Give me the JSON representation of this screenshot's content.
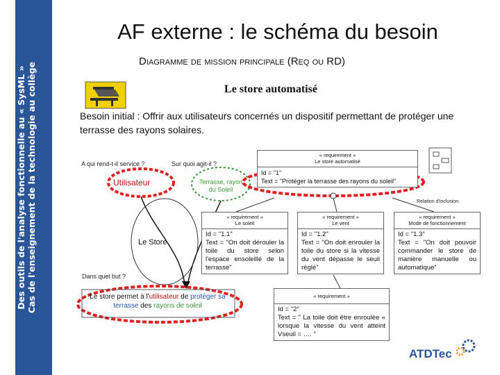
{
  "sidebar": {
    "line1": "Des outils de l'analyse fonctionnelle au « SysML »",
    "line2": "Cas de l'enseignement de la technologie au collège"
  },
  "header": {
    "title": "AF externe : le schéma du besoin",
    "subtitle": "Diagramme de mission principale (Req ou RD)",
    "store_title": "Le store automatisé",
    "need": "Besoin initial : Offrir aux utilisateurs concernés un dispositif permettant de protéger une terrasse des rayons solaires."
  },
  "bete_a_cornes": {
    "q_who": "A qui rend-t-il service ?",
    "q_what": "Sur quoi agit-il ?",
    "q_why": "Dans quel but ?",
    "user": "Utilisateur",
    "target": "Terrasse, rayon du Soleil",
    "product": "Le Store",
    "goal_pre": "Le store permet à l'",
    "goal_user": "utilisateur",
    "goal_mid": " de ",
    "goal_protect": "protéger sa terrasse",
    "goal_des": " des ",
    "goal_rays": "rayons de soleil"
  },
  "requirements": {
    "main": {
      "stereotype": "« requirement »",
      "name": "Le store automatisé",
      "id": "Id = \"1\"",
      "text": "Text = \"Protéger la terrasse des rayons du soleil\""
    },
    "inclusion_label": "Relation d'inclusion",
    "r11": {
      "stereotype": "« requirement »",
      "name": "Le soleil",
      "id": "Id = \"1.1\"",
      "text": "Text = \"On doit dérouler la toile du store selon l'espace ensoleillé de la terrasse\""
    },
    "r12": {
      "stereotype": "« requirement »",
      "name": "Le vent",
      "id": "Id = \"1.2\"",
      "text": "Text = \"On doit enrouler la toile du store si la vitesse du vent dépasse le seuil réglé\""
    },
    "r13": {
      "stereotype": "« requirement »",
      "name": "Mode de fonctionnement",
      "id": "Id = \"1.3\"",
      "text": "Text = \"On doit pouvoir commander le store de manière manuelle ou automatique\""
    },
    "r2": {
      "stereotype": "« requirement »",
      "id": "Id = \"2\"",
      "text": "Text = \" La toile doit être enroulée « lorsque la vitesse du vent atteint Vseuil = …. \""
    }
  },
  "colors": {
    "sidebar": "#2a5597",
    "red": "#e02020",
    "blue": "#2255aa",
    "green": "#3a9a3a",
    "icon_yellow": "#f2d000"
  },
  "logo": {
    "text": "ATDTec"
  }
}
